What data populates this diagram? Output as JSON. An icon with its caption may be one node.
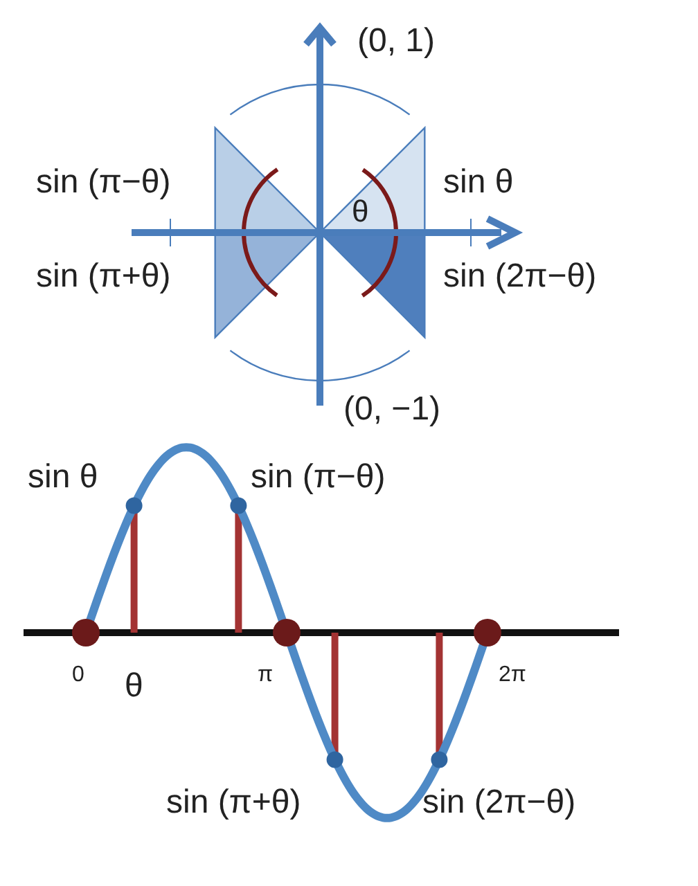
{
  "diagram": {
    "labels": [
      "(0, 1)",
      "sin (π−θ)",
      "θ",
      "sin θ",
      "sin (π+θ)",
      "sin (2π−θ)",
      "(0, −1)",
      "sin θ",
      "sin (π−θ)",
      "0",
      "θ",
      "π",
      "2π",
      "sin (π+θ)",
      "sin (2π−θ)"
    ]
  }
}
